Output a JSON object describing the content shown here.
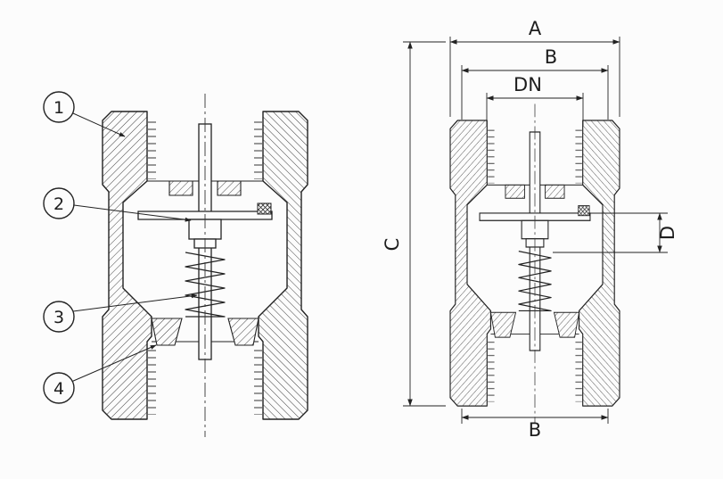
{
  "drawing": {
    "callouts": [
      {
        "label": "1"
      },
      {
        "label": "2"
      },
      {
        "label": "3"
      },
      {
        "label": "4"
      }
    ],
    "dimensions": {
      "a": "A",
      "b_top": "B",
      "dn": "DN",
      "c": "C",
      "d": "D",
      "b_bottom": "B"
    },
    "colors": {
      "line": "#222222",
      "background": "#fcfcfc"
    }
  }
}
